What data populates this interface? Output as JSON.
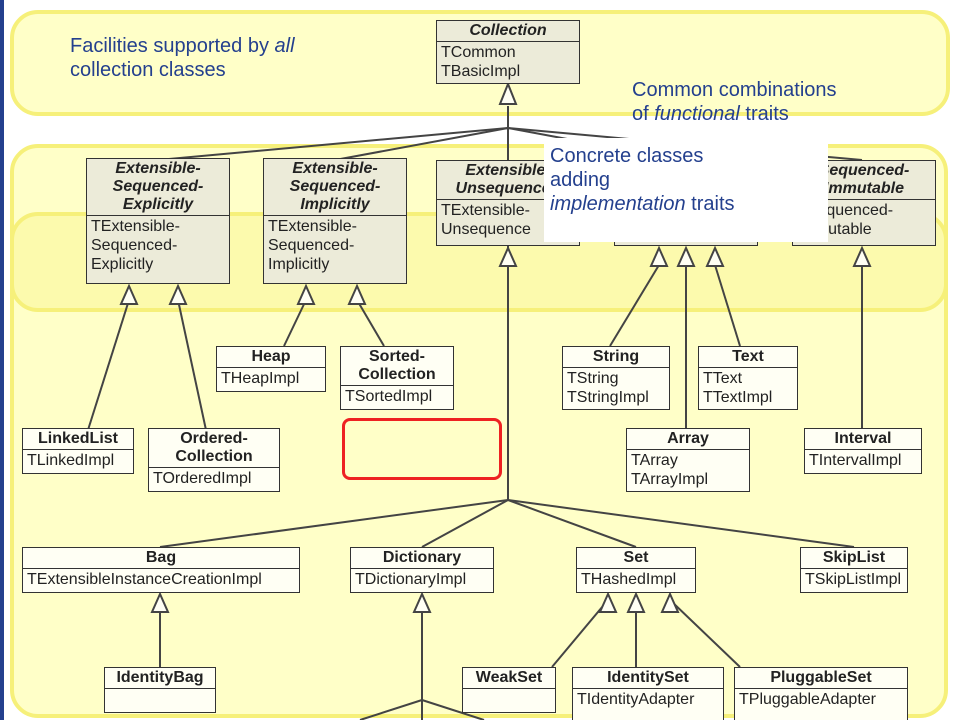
{
  "labels": {
    "facilities": [
      "Facilities supported by ",
      "all",
      "collection classes"
    ],
    "common": [
      "Common combinations",
      "of ",
      "functional",
      " traits"
    ],
    "concrete": [
      "Concrete classes",
      "adding",
      "implementation",
      " traits"
    ]
  },
  "classes": [
    {
      "id": "collection",
      "name": "Collection",
      "traits": [
        "TCommon",
        "TBasicImpl"
      ]
    },
    {
      "id": "ese",
      "name": [
        "Extensible-",
        "Sequenced-",
        "Explicitly"
      ],
      "traits": [
        "TExtensible-",
        "Sequenced-",
        "Explicitly"
      ]
    },
    {
      "id": "esi",
      "name": [
        "Extensible-",
        "Sequenced-",
        "Implicitly"
      ],
      "traits": [
        "TExtensible-",
        "Sequenced-",
        "Implicitly"
      ]
    },
    {
      "id": "eu",
      "name": [
        "Extensible-",
        "Unsequenced"
      ],
      "traits": [
        "TExtensible-",
        "Unsequence"
      ]
    },
    {
      "id": "si",
      "name": [
        "Sequenced-",
        "Immutable"
      ],
      "traits": [
        "TSequenced-",
        "Immutable"
      ]
    },
    {
      "id": "heap",
      "name": "Heap",
      "traits": [
        "THeapImpl"
      ]
    },
    {
      "id": "sorted",
      "name": [
        "Sorted-",
        "Collection"
      ],
      "traits": [
        "TSortedImpl"
      ]
    },
    {
      "id": "string",
      "name": "String",
      "traits": [
        "TString",
        "TStringImpl"
      ]
    },
    {
      "id": "text",
      "name": "Text",
      "traits": [
        "TText",
        "TTextImpl"
      ]
    },
    {
      "id": "linkedlist",
      "name": "LinkedList",
      "traits": [
        "TLinkedImpl"
      ]
    },
    {
      "id": "ordered",
      "name": [
        "Ordered-",
        "Collection"
      ],
      "traits": [
        "TOrderedImpl"
      ]
    },
    {
      "id": "array",
      "name": "Array",
      "traits": [
        "TArray",
        "TArrayImpl"
      ]
    },
    {
      "id": "interval",
      "name": "Interval",
      "traits": [
        "TIntervalImpl"
      ]
    },
    {
      "id": "bag",
      "name": "Bag",
      "traits": [
        "TExtensibleInstanceCreationImpl"
      ]
    },
    {
      "id": "dictionary",
      "name": "Dictionary",
      "traits": [
        "TDictionaryImpl"
      ]
    },
    {
      "id": "set",
      "name": "Set",
      "traits": [
        "THashedImpl"
      ]
    },
    {
      "id": "skiplist",
      "name": "SkipList",
      "traits": [
        "TSkipListImpl"
      ]
    },
    {
      "id": "identitybag",
      "name": "IdentityBag",
      "traits": []
    },
    {
      "id": "weakset",
      "name": "WeakSet",
      "traits": []
    },
    {
      "id": "identityset",
      "name": "IdentitySet",
      "traits": [
        "TIdentityAdapter"
      ]
    },
    {
      "id": "pluggableset",
      "name": "PluggableSet",
      "traits": [
        "TPluggableAdapter"
      ]
    }
  ],
  "colors": {
    "label": "#24408e",
    "band": "#f6f07a",
    "band_fill": "#ffffc8",
    "highlight": "#e22222",
    "border": "#333333"
  }
}
